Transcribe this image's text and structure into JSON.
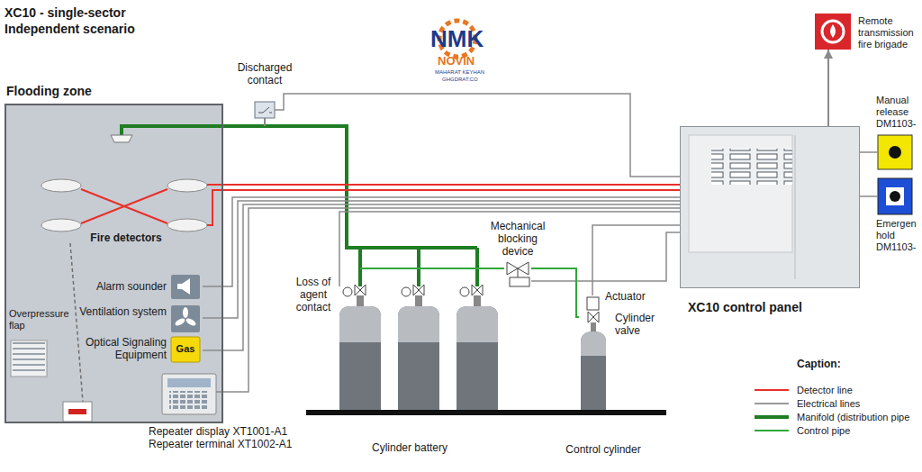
{
  "diagram": {
    "title": "XC10 - single-sector Independent scenario",
    "nodes": [
      {
        "text": [
          "Flooding zone"
        ]
      },
      {
        "text": [
          "Fire detectors"
        ],
        "in": 0
      },
      {
        "text": [
          "Alarm sounder"
        ],
        "in": 0
      },
      {
        "text": [
          "Ventilation system"
        ],
        "in": 0
      },
      {
        "text": [
          "Optical Signaling Equipment",
          "Gas"
        ],
        "in": 0
      },
      {
        "text": [
          "Overpressure flap"
        ],
        "in": 0
      },
      {
        "text": [
          "Repeater display XT1001-A1",
          "Repeater terminal XT1002-A1"
        ],
        "in": 0
      },
      {
        "text": [
          "Discharged contact"
        ]
      },
      {
        "text": [
          "Cylinder battery"
        ]
      },
      {
        "text": [
          "Mechanical blocking device"
        ]
      },
      {
        "text": [
          "Control cylinder"
        ]
      },
      {
        "text": [
          "Remote transmission fire brigade"
        ]
      },
      {
        "text": [
          "Manual release DM1103-"
        ]
      },
      {
        "text": [
          "XC10 control panel"
        ]
      },
      {
        "text": [
          "Emergen hold DM1103-"
        ]
      }
    ],
    "edges": [
      {
        "from": 1,
        "to": 13,
        "arrow": "none"
      },
      {
        "from": 1,
        "to": 13,
        "arrow": "none"
      },
      {
        "from": 7,
        "to": 13,
        "arrow": "none"
      },
      {
        "from": 2,
        "to": 13,
        "arrow": "none"
      },
      {
        "from": 3,
        "to": 13,
        "arrow": "none"
      },
      {
        "from": 4,
        "to": 13,
        "arrow": "none"
      },
      {
        "from": 6,
        "to": 13,
        "arrow": "none"
      },
      {
        "from": 8,
        "to": 13,
        "arrow": "none"
      },
      {
        "from": 8,
        "to": 9,
        "arrow": "none"
      },
      {
        "from": 9,
        "to": 13,
        "arrow": "none"
      },
      {
        "from": 9,
        "to": 10,
        "arrow": "none"
      },
      {
        "from": 10,
        "to": 13,
        "arrow": "none"
      },
      {
        "from": 13,
        "to": 11,
        "arrow": "to"
      },
      {
        "from": 12,
        "to": 13,
        "arrow": "none"
      },
      {
        "from": 14,
        "to": 13,
        "arrow": "none"
      }
    ],
    "labels": [
      "NMK",
      "NOVIN",
      "MAHARAT KEYHAN",
      "GHGDRAT.CO",
      "Loss of agent contact",
      "Actuator",
      "Cylinder valve",
      "Caption:"
    ],
    "legend": [
      {
        "text": "Detector line",
        "color": "#e8302a"
      },
      {
        "text": "Electrical lines",
        "color": "#9a9a9a"
      },
      {
        "text": "Manifold (distribution pipe",
        "color": "#1f7d24"
      },
      {
        "text": "Control pipe",
        "color": "#2fa83a"
      }
    ]
  }
}
